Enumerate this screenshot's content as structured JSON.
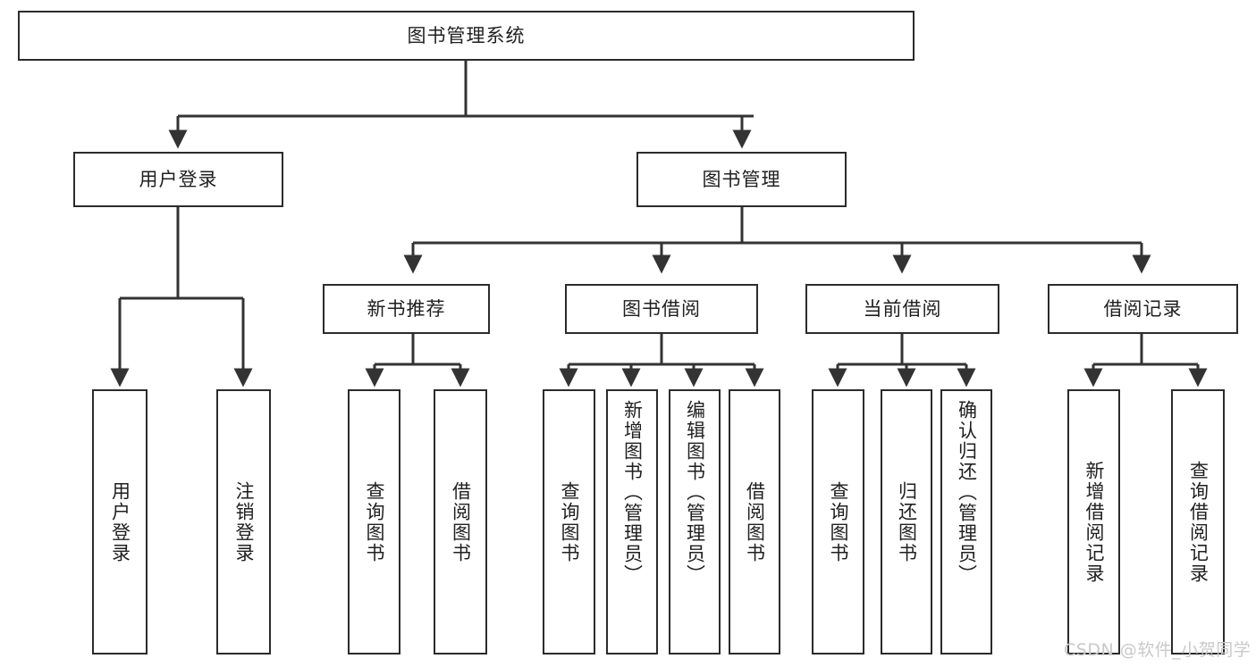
{
  "diagram": {
    "type": "tree",
    "title": "图书管理系统",
    "orientation": "top-down",
    "style": {
      "box_border_color": "#2b2b2b",
      "box_fill_color": "#ffffff",
      "edge_color": "#333333",
      "text_color": "#1f1f1f",
      "background": "#ffffff",
      "watermark_color": "#c9c9c9"
    }
  },
  "root": {
    "label": "图书管理系统"
  },
  "level2": [
    {
      "id": "user-login",
      "label": "用户登录"
    },
    {
      "id": "book-manage",
      "label": "图书管理"
    }
  ],
  "level3": [
    {
      "id": "new-book-recommend",
      "label": "新书推荐",
      "parent": "book-manage"
    },
    {
      "id": "book-borrow",
      "label": "图书借阅",
      "parent": "book-manage"
    },
    {
      "id": "current-borrow",
      "label": "当前借阅",
      "parent": "book-manage"
    },
    {
      "id": "borrow-record",
      "label": "借阅记录",
      "parent": "book-manage"
    }
  ],
  "leaves": {
    "user_login": [
      {
        "id": "leaf-user-login",
        "label": "用户登录"
      },
      {
        "id": "leaf-logout-login",
        "label": "注销登录"
      }
    ],
    "new_book_recommend": [
      {
        "id": "leaf-query-book-1",
        "label": "查询图书"
      },
      {
        "id": "leaf-borrow-book-1",
        "label": "借阅图书"
      }
    ],
    "book_borrow": [
      {
        "id": "leaf-query-book-2",
        "label": "查询图书"
      },
      {
        "id": "leaf-add-book",
        "label": "新增图书（管理员）"
      },
      {
        "id": "leaf-edit-book",
        "label": "编辑图书（管理员）"
      },
      {
        "id": "leaf-borrow-book-2",
        "label": "借阅图书"
      }
    ],
    "current_borrow": [
      {
        "id": "leaf-query-book-3",
        "label": "查询图书"
      },
      {
        "id": "leaf-return-book",
        "label": "归还图书"
      },
      {
        "id": "leaf-confirm-return",
        "label": "确认归还（管理员）"
      }
    ],
    "borrow_record": [
      {
        "id": "leaf-add-record",
        "label": "新增借阅记录"
      },
      {
        "id": "leaf-query-record",
        "label": "查询借阅记录"
      }
    ]
  },
  "watermark": {
    "text": "CSDN @软件_小贺同学"
  }
}
